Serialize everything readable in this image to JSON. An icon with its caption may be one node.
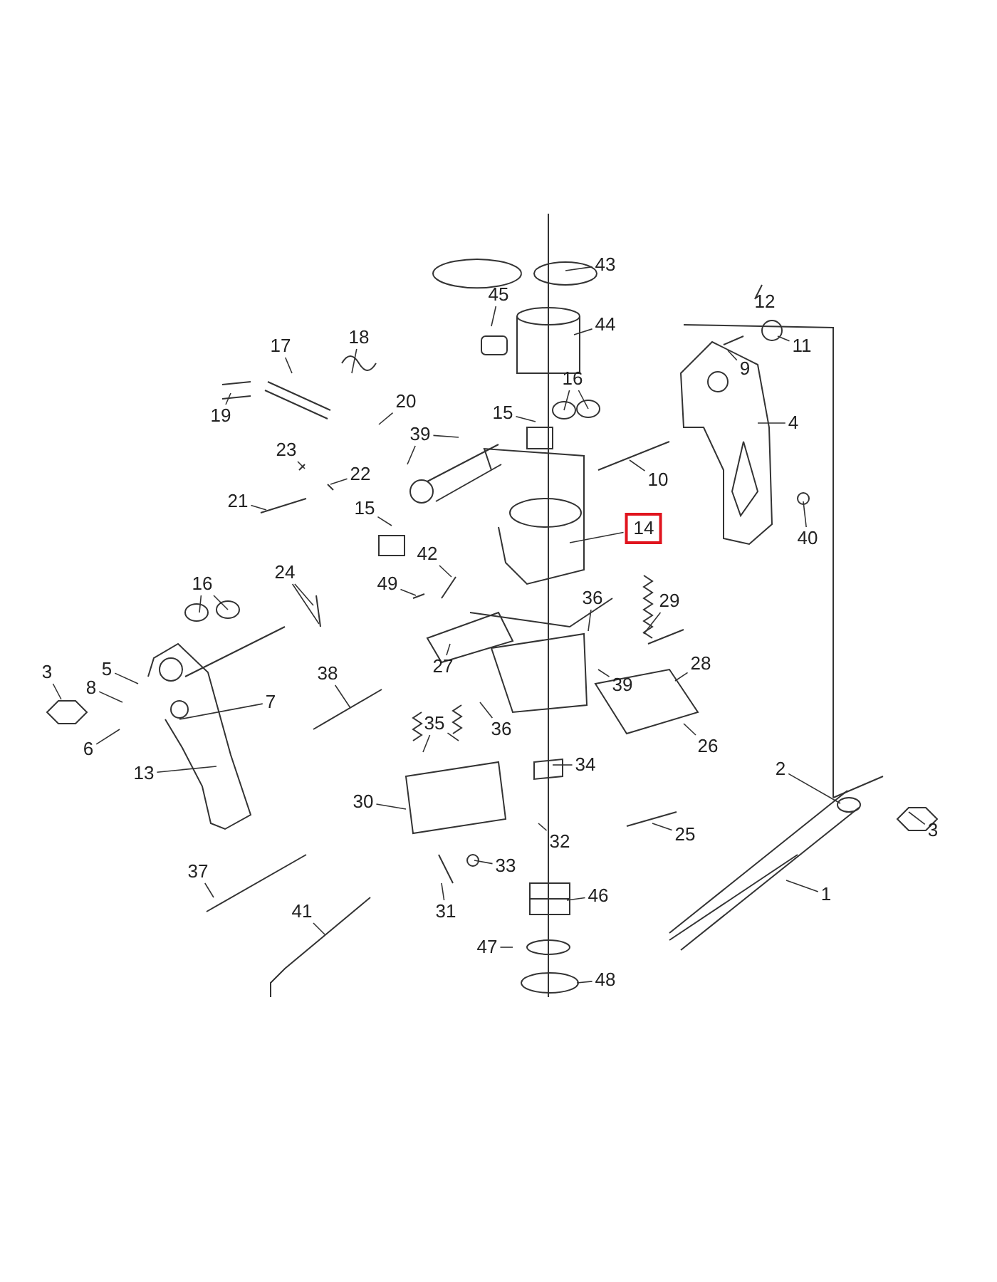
{
  "diagram": {
    "nodes": [
      {
        "text": [
          "43"
        ]
      },
      {
        "text": [
          "45"
        ]
      },
      {
        "text": [
          "44"
        ]
      },
      {
        "text": [
          "12"
        ]
      },
      {
        "text": [
          "11"
        ]
      },
      {
        "text": [
          "9"
        ]
      },
      {
        "text": [
          "17"
        ]
      },
      {
        "text": [
          "18"
        ]
      },
      {
        "text": [
          "16"
        ]
      },
      {
        "text": [
          "4"
        ]
      },
      {
        "text": [
          "20"
        ]
      },
      {
        "text": [
          "19"
        ]
      },
      {
        "text": [
          "15"
        ]
      },
      {
        "text": [
          "39"
        ]
      },
      {
        "text": [
          "23"
        ]
      },
      {
        "text": [
          "22"
        ]
      },
      {
        "text": [
          "10"
        ]
      },
      {
        "text": [
          "21"
        ]
      },
      {
        "text": [
          "15"
        ]
      },
      {
        "text": [
          "14"
        ]
      },
      {
        "text": [
          "40"
        ]
      },
      {
        "text": [
          "42"
        ]
      },
      {
        "text": [
          "24"
        ]
      },
      {
        "text": [
          "16"
        ]
      },
      {
        "text": [
          "49"
        ]
      },
      {
        "text": [
          "36"
        ]
      },
      {
        "text": [
          "29"
        ]
      },
      {
        "text": [
          "27"
        ]
      },
      {
        "text": [
          "3"
        ]
      },
      {
        "text": [
          "5"
        ]
      },
      {
        "text": [
          "8"
        ]
      },
      {
        "text": [
          "39"
        ]
      },
      {
        "text": [
          "28"
        ]
      },
      {
        "text": [
          "7"
        ]
      },
      {
        "text": [
          "6"
        ]
      },
      {
        "text": [
          "38"
        ]
      },
      {
        "text": [
          "36"
        ]
      },
      {
        "text": [
          "26"
        ]
      },
      {
        "text": [
          "35"
        ]
      },
      {
        "text": [
          "34"
        ]
      },
      {
        "text": [
          "13"
        ]
      },
      {
        "text": [
          "2"
        ]
      },
      {
        "text": [
          "30"
        ]
      },
      {
        "text": [
          "32"
        ]
      },
      {
        "text": [
          "3"
        ]
      },
      {
        "text": [
          "25"
        ]
      },
      {
        "text": [
          "33"
        ]
      },
      {
        "text": [
          "1"
        ]
      },
      {
        "text": [
          "37"
        ]
      },
      {
        "text": [
          "31"
        ]
      },
      {
        "text": [
          "46"
        ]
      },
      {
        "text": [
          "41"
        ]
      },
      {
        "text": [
          "47"
        ]
      },
      {
        "text": [
          "48"
        ]
      }
    ],
    "edges": [
      {
        "from": 0,
        "to": null,
        "arrow": "none"
      },
      {
        "from": 1,
        "to": null,
        "arrow": "none"
      },
      {
        "from": 2,
        "to": null,
        "arrow": "none"
      },
      {
        "from": 3,
        "to": null,
        "arrow": "none"
      },
      {
        "from": 4,
        "to": null,
        "arrow": "none"
      },
      {
        "from": 5,
        "to": null,
        "arrow": "none"
      },
      {
        "from": 6,
        "to": null,
        "arrow": "none"
      },
      {
        "from": 7,
        "to": null,
        "arrow": "none"
      },
      {
        "from": 8,
        "to": null,
        "arrow": "none"
      },
      {
        "from": 8,
        "to": null,
        "arrow": "none"
      },
      {
        "from": 9,
        "to": null,
        "arrow": "none"
      },
      {
        "from": 10,
        "to": null,
        "arrow": "none"
      },
      {
        "from": 11,
        "to": null,
        "arrow": "none"
      },
      {
        "from": 12,
        "to": null,
        "arrow": "none"
      },
      {
        "from": 13,
        "to": null,
        "arrow": "none"
      },
      {
        "from": 13,
        "to": null,
        "arrow": "none"
      },
      {
        "from": 14,
        "to": null,
        "arrow": "none"
      },
      {
        "from": 15,
        "to": null,
        "arrow": "none"
      },
      {
        "from": 16,
        "to": null,
        "arrow": "none"
      },
      {
        "from": 17,
        "to": null,
        "arrow": "none"
      },
      {
        "from": 18,
        "to": null,
        "arrow": "none"
      },
      {
        "from": 19,
        "to": null,
        "arrow": "none"
      },
      {
        "from": 20,
        "to": null,
        "arrow": "none"
      },
      {
        "from": 21,
        "to": null,
        "arrow": "none"
      },
      {
        "from": 22,
        "to": null,
        "arrow": "none"
      },
      {
        "from": 22,
        "to": null,
        "arrow": "none"
      },
      {
        "from": 23,
        "to": null,
        "arrow": "none"
      },
      {
        "from": 23,
        "to": null,
        "arrow": "none"
      },
      {
        "from": 24,
        "to": null,
        "arrow": "none"
      },
      {
        "from": 25,
        "to": null,
        "arrow": "none"
      },
      {
        "from": 26,
        "to": null,
        "arrow": "none"
      },
      {
        "from": 27,
        "to": null,
        "arrow": "none"
      },
      {
        "from": 28,
        "to": null,
        "arrow": "none"
      },
      {
        "from": 29,
        "to": null,
        "arrow": "none"
      },
      {
        "from": 30,
        "to": null,
        "arrow": "none"
      },
      {
        "from": 31,
        "to": null,
        "arrow": "none"
      },
      {
        "from": 32,
        "to": null,
        "arrow": "none"
      },
      {
        "from": 33,
        "to": null,
        "arrow": "none"
      },
      {
        "from": 34,
        "to": null,
        "arrow": "none"
      },
      {
        "from": 35,
        "to": null,
        "arrow": "none"
      },
      {
        "from": 36,
        "to": null,
        "arrow": "none"
      },
      {
        "from": 37,
        "to": null,
        "arrow": "none"
      },
      {
        "from": 38,
        "to": null,
        "arrow": "none"
      },
      {
        "from": 38,
        "to": null,
        "arrow": "none"
      },
      {
        "from": 39,
        "to": null,
        "arrow": "none"
      },
      {
        "from": 40,
        "to": null,
        "arrow": "none"
      },
      {
        "from": 41,
        "to": null,
        "arrow": "none"
      },
      {
        "from": 42,
        "to": null,
        "arrow": "none"
      },
      {
        "from": 43,
        "to": null,
        "arrow": "none"
      },
      {
        "from": 44,
        "to": null,
        "arrow": "none"
      },
      {
        "from": 45,
        "to": null,
        "arrow": "none"
      },
      {
        "from": 46,
        "to": null,
        "arrow": "none"
      },
      {
        "from": 47,
        "to": null,
        "arrow": "none"
      },
      {
        "from": 48,
        "to": null,
        "arrow": "none"
      },
      {
        "from": 49,
        "to": null,
        "arrow": "none"
      },
      {
        "from": 50,
        "to": null,
        "arrow": "none"
      },
      {
        "from": 51,
        "to": null,
        "arrow": "none"
      },
      {
        "from": 52,
        "to": null,
        "arrow": "none"
      },
      {
        "from": 53,
        "to": null,
        "arrow": "none"
      }
    ]
  }
}
